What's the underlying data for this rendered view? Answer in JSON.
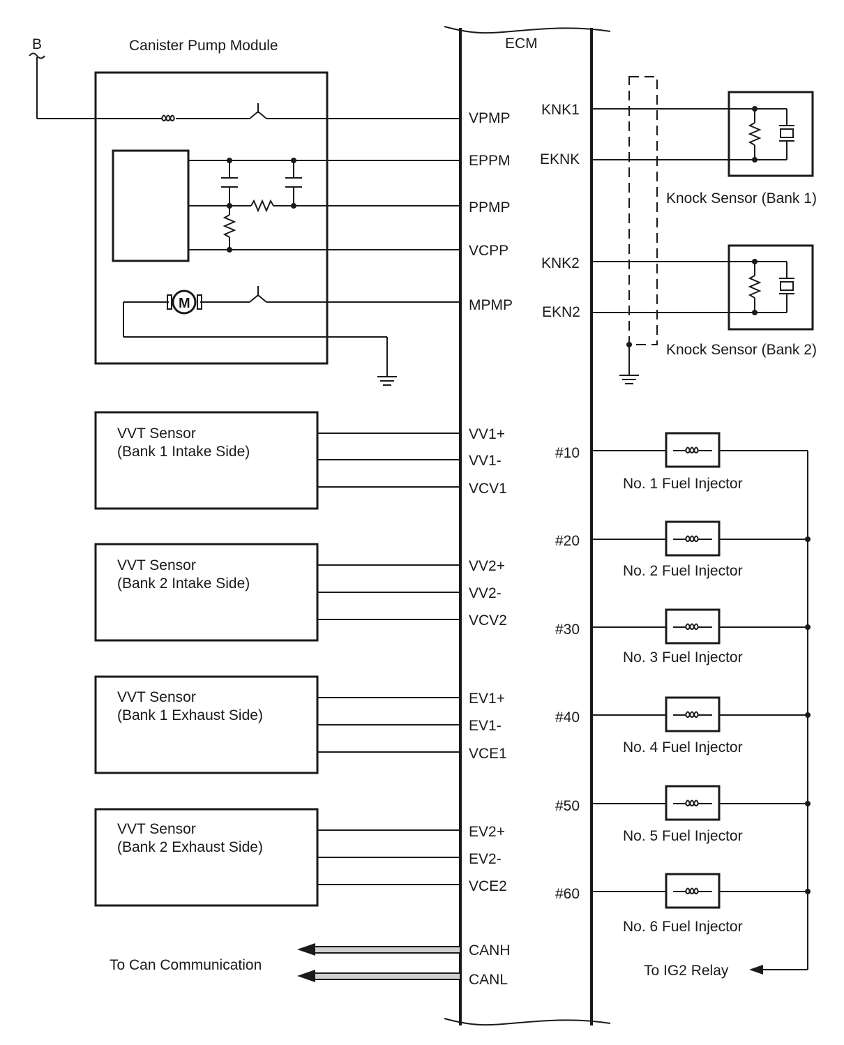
{
  "ecm": {
    "title": "ECM"
  },
  "power": {
    "label": "B"
  },
  "canister": {
    "title": "Canister Pump Module",
    "pins": [
      "VPMP",
      "EPPM",
      "PPMP",
      "VCPP",
      "MPMP"
    ],
    "motor_symbol": "M"
  },
  "knock": {
    "pins": [
      "KNK1",
      "EKNK",
      "KNK2",
      "EKN2"
    ],
    "sensors": [
      {
        "label": "Knock Sensor (Bank 1)"
      },
      {
        "label": "Knock Sensor (Bank 2)"
      }
    ]
  },
  "vvt": [
    {
      "title": "VVT Sensor",
      "subtitle": "(Bank 1 Intake Side)",
      "pins": [
        "VV1+",
        "VV1-",
        "VCV1"
      ]
    },
    {
      "title": "VVT Sensor",
      "subtitle": "(Bank 2 Intake Side)",
      "pins": [
        "VV2+",
        "VV2-",
        "VCV2"
      ]
    },
    {
      "title": "VVT Sensor",
      "subtitle": "(Bank 1 Exhaust Side)",
      "pins": [
        "EV1+",
        "EV1-",
        "VCE1"
      ]
    },
    {
      "title": "VVT Sensor",
      "subtitle": "(Bank 2 Exhaust Side)",
      "pins": [
        "EV2+",
        "EV2-",
        "VCE2"
      ]
    }
  ],
  "injectors": [
    {
      "pin": "#10",
      "label": "No. 1 Fuel Injector"
    },
    {
      "pin": "#20",
      "label": "No. 2 Fuel Injector"
    },
    {
      "pin": "#30",
      "label": "No. 3 Fuel Injector"
    },
    {
      "pin": "#40",
      "label": "No. 4 Fuel Injector"
    },
    {
      "pin": "#50",
      "label": "No. 5 Fuel Injector"
    },
    {
      "pin": "#60",
      "label": "No. 6 Fuel Injector"
    }
  ],
  "can": {
    "label": "To Can Communication",
    "pins": [
      "CANH",
      "CANL"
    ]
  },
  "ig2": {
    "label": "To IG2 Relay"
  }
}
